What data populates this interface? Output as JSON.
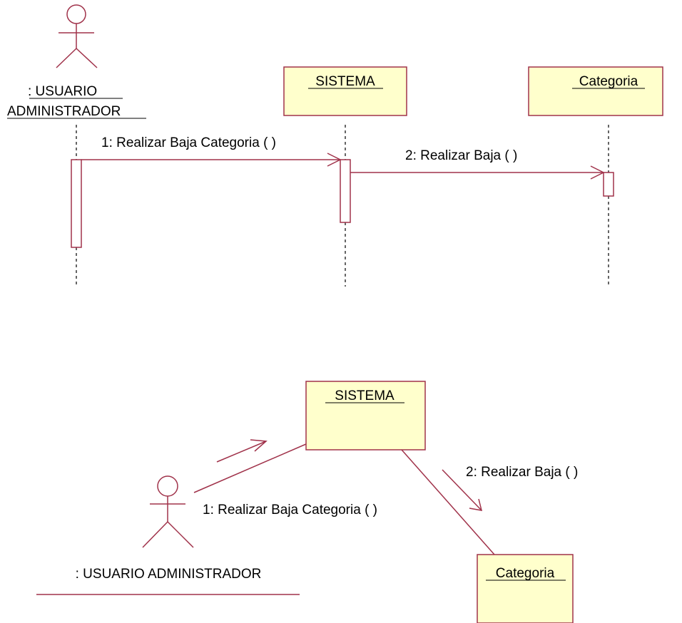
{
  "colors": {
    "line": "#A0324A",
    "object_fill": "#FFFFCC",
    "text": "#000000",
    "background": "#FFFFFF"
  },
  "sequence": {
    "actor": {
      "line1": ": USUARIO",
      "line2": "ADMINISTRADOR",
      "icon": "stick-figure-icon"
    },
    "objects": {
      "sistema": "SISTEMA",
      "categoria": "Categoria"
    },
    "messages": [
      {
        "number": "1",
        "label": "1: Realizar Baja Categoria ( )"
      },
      {
        "number": "2",
        "label": "2: Realizar Baja ( )"
      }
    ]
  },
  "collaboration": {
    "actor": {
      "label": ": USUARIO ADMINISTRADOR",
      "icon": "stick-figure-icon"
    },
    "objects": {
      "sistema": "SISTEMA",
      "categoria": "Categoria"
    },
    "messages": [
      {
        "number": "1",
        "label": "1: Realizar Baja Categoria ( )"
      },
      {
        "number": "2",
        "label": "2: Realizar Baja ( )"
      }
    ]
  }
}
